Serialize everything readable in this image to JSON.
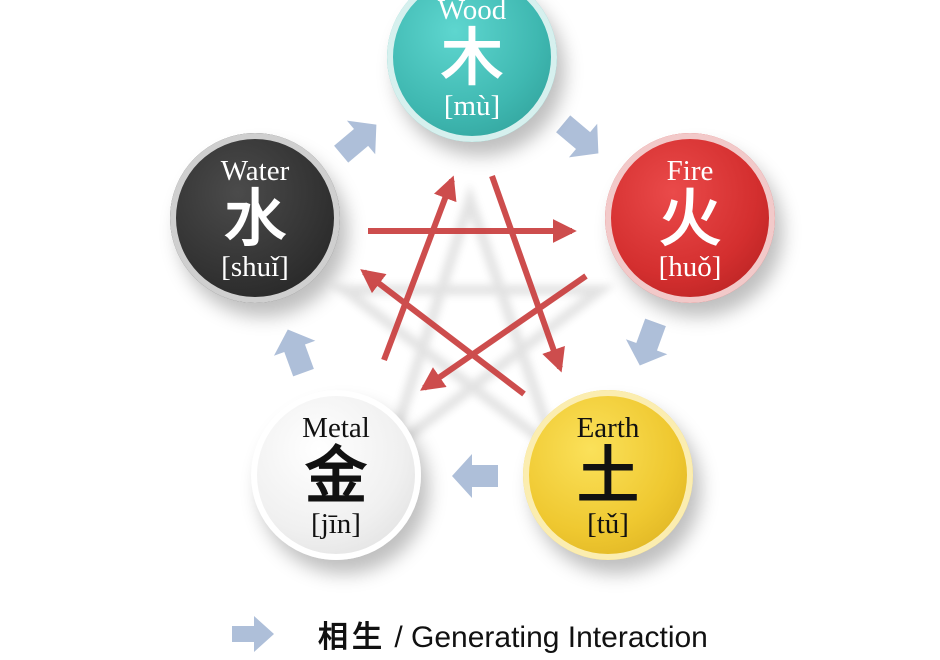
{
  "elements": {
    "wood": {
      "name": "Wood",
      "character": "木",
      "pinyin": "[mù]"
    },
    "fire": {
      "name": "Fire",
      "character": "火",
      "pinyin": "[huǒ]"
    },
    "earth": {
      "name": "Earth",
      "character": "土",
      "pinyin": "[tǔ]"
    },
    "metal": {
      "name": "Metal",
      "character": "金",
      "pinyin": "[jīn]"
    },
    "water": {
      "name": "Water",
      "character": "水",
      "pinyin": "[shuǐ]"
    }
  },
  "legend": {
    "chinese": "相生",
    "separator": " / ",
    "label": "Generating Interaction"
  },
  "colors": {
    "wood": "#3fb8b1",
    "fire": "#d42f2f",
    "earth": "#efc830",
    "metal": "#f0f0f0",
    "water": "#333333",
    "generating_arrow": "#aebfd9",
    "controlling_arrow": "#c83a3a"
  },
  "icons": {
    "generating": "blue-block-arrow-icon",
    "controlling": "red-line-arrow-icon"
  }
}
